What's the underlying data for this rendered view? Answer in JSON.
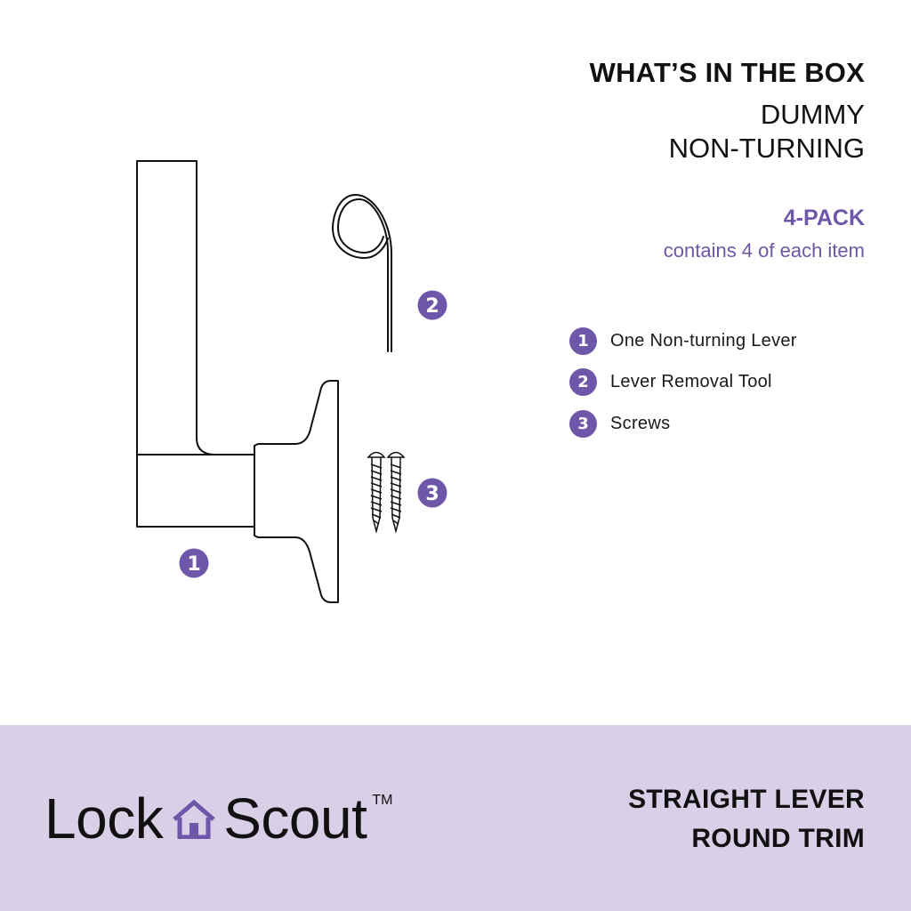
{
  "header": {
    "title": "WHAT’S IN THE BOX",
    "subtitle_line1": "DUMMY",
    "subtitle_line2": "NON-TURNING",
    "pack": "4-PACK",
    "pack_note": "contains 4 of each item"
  },
  "items": [
    {
      "number": "1",
      "label": "One Non-turning Lever"
    },
    {
      "number": "2",
      "label": "Lever Removal Tool"
    },
    {
      "number": "3",
      "label": "Screws"
    }
  ],
  "illustration_badges": {
    "lever": "1",
    "tool": "2",
    "screws": "3"
  },
  "footer": {
    "logo_left": "Lock",
    "logo_right": "Scout",
    "logo_tm": "TM",
    "line1": "STRAIGHT LEVER",
    "line2": "ROUND TRIM"
  },
  "colors": {
    "accent": "#6e56a8",
    "footer_bg": "#d9cfe6",
    "text": "#111111"
  },
  "icons": {
    "logo": "house-icon"
  }
}
